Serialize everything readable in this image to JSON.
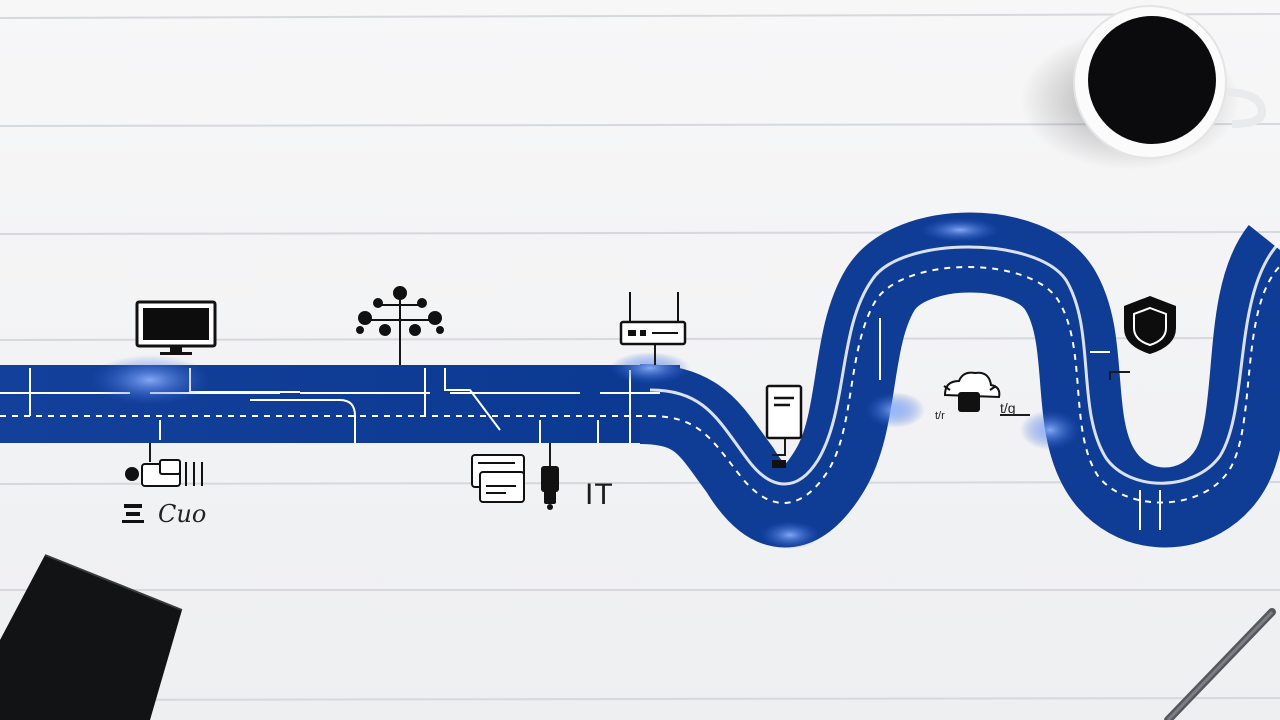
{
  "scene": {
    "description_labels": {
      "it_text": "IT",
      "left_text": "Cuo",
      "center_small": "t/r",
      "right_small": "t/g"
    },
    "icons": [
      "monitor-icon",
      "network-tree-icon",
      "router-icon",
      "document-stand-icon",
      "cloud-icon",
      "shield-icon",
      "device-cluster-icon",
      "server-cabinet-icon",
      "coffee-cup-icon",
      "notebook-icon",
      "pen-icon"
    ],
    "colors": {
      "road": "#0e3d94",
      "road_glow": "#5a8fff",
      "desk": "#f3f4f5",
      "plank_line": "#d9dcdf"
    }
  }
}
